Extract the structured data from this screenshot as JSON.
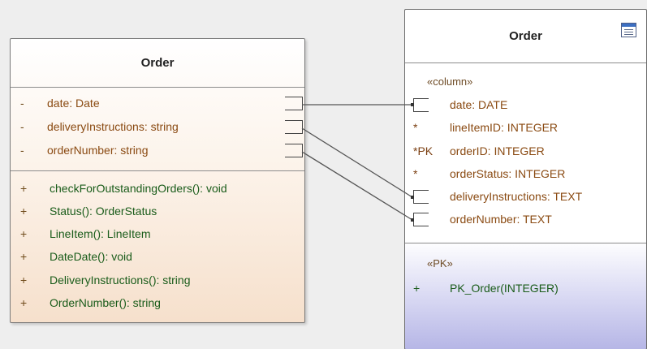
{
  "class_box": {
    "title": "Order",
    "attributes": [
      {
        "visibility": "-",
        "text": "date: Date"
      },
      {
        "visibility": "-",
        "text": "deliveryInstructions: string"
      },
      {
        "visibility": "-",
        "text": "orderNumber: string"
      }
    ],
    "operations": [
      {
        "visibility": "+",
        "text": "checkForOutstandingOrders(): void"
      },
      {
        "visibility": "+",
        "text": "Status(): OrderStatus"
      },
      {
        "visibility": "+",
        "text": "LineItem(): LineItem"
      },
      {
        "visibility": "+",
        "text": "DateDate(): void"
      },
      {
        "visibility": "+",
        "text": "DeliveryInstructions(): string"
      },
      {
        "visibility": "+",
        "text": "OrderNumber(): string"
      }
    ]
  },
  "table_box": {
    "title": "Order",
    "icon": "table-icon",
    "column_stereotype": "«column»",
    "columns": [
      {
        "marker": "",
        "text": "date: DATE"
      },
      {
        "marker": "*",
        "text": "lineItemID: INTEGER"
      },
      {
        "marker": "*PK",
        "text": "orderID: INTEGER"
      },
      {
        "marker": "*",
        "text": "orderStatus: INTEGER"
      },
      {
        "marker": "",
        "text": "deliveryInstructions: TEXT"
      },
      {
        "marker": "",
        "text": "orderNumber: TEXT"
      }
    ],
    "pk_stereotype": "«PK»",
    "pk_operations": [
      {
        "visibility": "+",
        "text": "PK_Order(INTEGER)"
      }
    ]
  },
  "colors": {
    "attribute_text": "#8a4a12",
    "operation_text": "#1a5c1a",
    "class_fill_bottom": "#f6e0cc",
    "table_fill_bottom": "#b6b6e6"
  }
}
